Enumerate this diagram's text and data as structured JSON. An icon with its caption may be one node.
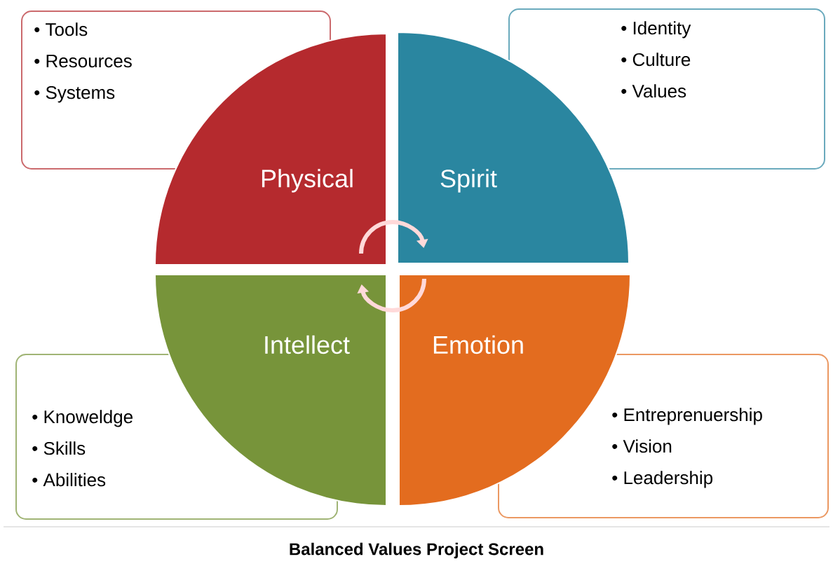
{
  "diagram": {
    "caption": "Balanced Values Project Screen",
    "nodes": [
      {
        "text": [
          "• Tools",
          "• Resources",
          "• Systems"
        ]
      },
      {
        "text": [
          "• Identity",
          "• Culture",
          "• Values"
        ]
      },
      {
        "text": [
          "Physical"
        ]
      },
      {
        "text": [
          "Spirit"
        ]
      },
      {
        "text": [
          "Intellect"
        ]
      },
      {
        "text": [
          "Emotion"
        ]
      },
      {
        "text": [
          "• Knoweldge",
          "• Skills",
          "• Abilities"
        ]
      },
      {
        "text": [
          "• Entreprenuership",
          "• Vision",
          "• Leadership"
        ]
      }
    ],
    "edges": [
      {
        "from": 2,
        "to": 3,
        "arrow": "to"
      },
      {
        "from": 5,
        "to": 4,
        "arrow": "to"
      }
    ]
  }
}
